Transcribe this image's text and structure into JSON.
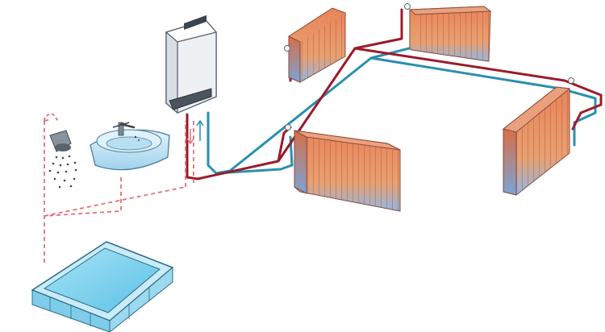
{
  "colors": {
    "background": "#ffffff",
    "supply_pipe": "#9b1b2a",
    "return_pipe": "#2a8fb0",
    "domestic_hot_water_dashed": "#e0707a",
    "radiator_warm": "#e8845a",
    "radiator_cool": "#8fb8e8",
    "boiler_body": "#f4f6f8",
    "tub_water": "#8fd6ef",
    "sink": "#bfe4f5"
  },
  "components": {
    "boiler": {
      "icon": "wall-boiler-icon"
    },
    "radiators": [
      {
        "icon": "radiator-icon",
        "position": "back-left"
      },
      {
        "icon": "radiator-icon",
        "position": "back-middle"
      },
      {
        "icon": "radiator-icon",
        "position": "front-center"
      },
      {
        "icon": "radiator-icon",
        "position": "right"
      }
    ],
    "sink": {
      "icon": "washbasin-icon"
    },
    "shower": {
      "icon": "shower-head-icon"
    },
    "bathtub": {
      "icon": "bathtub-icon"
    }
  }
}
